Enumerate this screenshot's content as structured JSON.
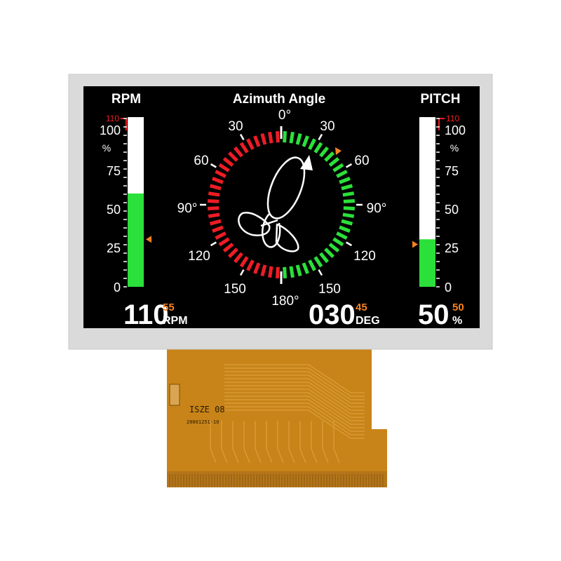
{
  "colors": {
    "bezel": "#dcdcdc",
    "screen": "#000000",
    "white": "#ffffff",
    "green": "#2be03a",
    "red": "#ee1c25",
    "orange": "#f58220",
    "flex": "#c9861a",
    "flexDark": "#a86c10"
  },
  "rpm": {
    "title": "RPM",
    "max_marker": "110",
    "ticks": [
      "100",
      "75",
      "50",
      "25",
      "0"
    ],
    "unit_symbol": "%",
    "fill_fraction": 0.55,
    "setpoint_fraction": 0.28,
    "readout_value": "110",
    "readout_setpoint": "55",
    "readout_unit": "RPM"
  },
  "azimuth": {
    "title": "Azimuth Angle",
    "labels": {
      "top": "0°",
      "left_30": "30",
      "right_30": "30",
      "left_60": "60",
      "right_60": "60",
      "left_90": "90°",
      "right_90": "90°",
      "left_120": "120",
      "right_120": "120",
      "left_150": "150",
      "right_150": "150",
      "bottom": "180°"
    },
    "heading_deg": 30,
    "setpoint_deg": 45,
    "readout_value": "030",
    "readout_setpoint": "45",
    "readout_unit": "DEG"
  },
  "pitch": {
    "title": "PITCH",
    "max_marker": "110",
    "ticks": [
      "100",
      "75",
      "50",
      "25",
      "0"
    ],
    "unit_symbol": "%",
    "fill_fraction": 0.28,
    "setpoint_fraction": 0.25,
    "readout_value": "50",
    "readout_unit": "%",
    "readout_setpoint": "50"
  },
  "flex": {
    "label": "ISZE 08",
    "code": "20001251-10"
  }
}
